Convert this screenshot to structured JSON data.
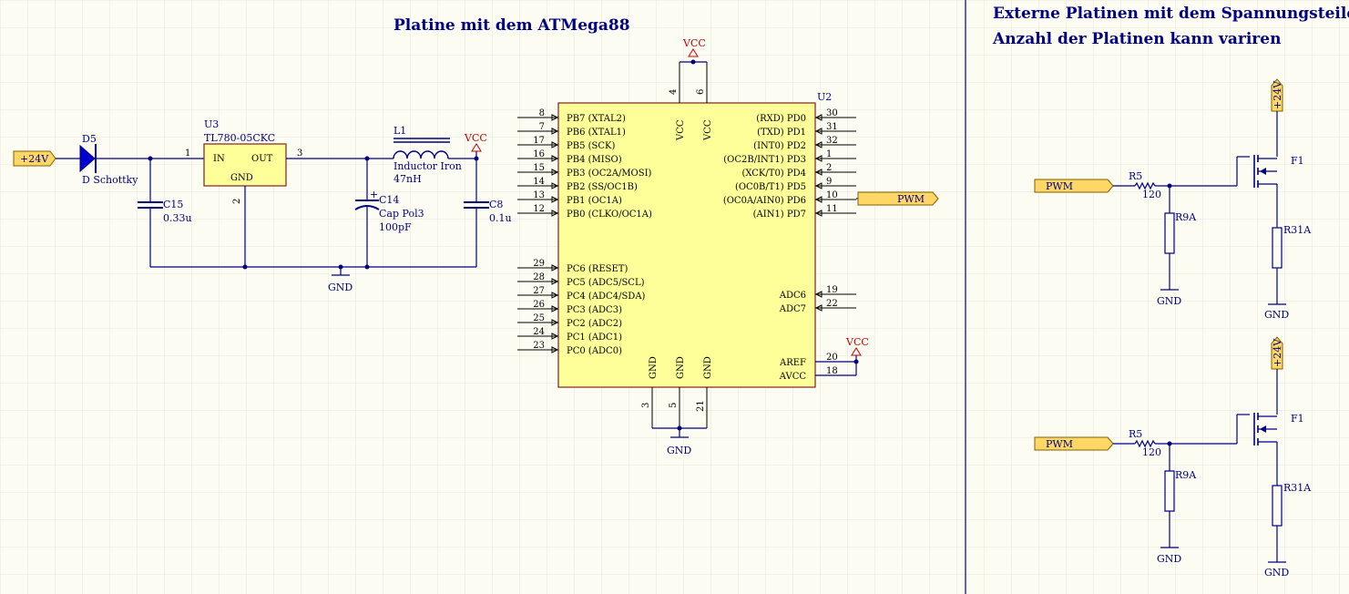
{
  "titles": {
    "left": "Platine mit dem ATMega88",
    "right_line1": "Externe Platinen mit dem Spannungsteiler,",
    "right_line2": "Anzahl der Platinen kann variren"
  },
  "ports": {
    "p24v": "+24V",
    "pwm": "PWM",
    "v24_vertical": "+24V"
  },
  "nets": {
    "vcc": "VCC",
    "gnd": "GND"
  },
  "power": {
    "d5": {
      "ref": "D5",
      "name": "D Schottky"
    },
    "u3": {
      "ref": "U3",
      "name": "TL780-05CKC",
      "in": "IN",
      "out": "OUT",
      "gnd": "GND",
      "pin1": "1",
      "pin2": "2",
      "pin3": "3"
    },
    "c15": {
      "ref": "C15",
      "value": "0.33u"
    },
    "l1": {
      "ref": "L1",
      "name": "Inductor Iron",
      "value": "47nH"
    },
    "c14": {
      "ref": "C14",
      "name": "Cap Pol3",
      "value": "100pF",
      "plus": "+"
    },
    "c8": {
      "ref": "C8",
      "value": "0.1u"
    }
  },
  "mcu": {
    "ref": "U2",
    "left_pins": [
      {
        "num": "8",
        "label": "PB7 (XTAL2)"
      },
      {
        "num": "7",
        "label": "PB6 (XTAL1)"
      },
      {
        "num": "17",
        "label": "PB5 (SCK)"
      },
      {
        "num": "16",
        "label": "PB4 (MISO)"
      },
      {
        "num": "15",
        "label": "PB3 (OC2A/MOSI)"
      },
      {
        "num": "14",
        "label": "PB2 (SS/OC1B)"
      },
      {
        "num": "13",
        "label": "PB1 (OC1A)"
      },
      {
        "num": "12",
        "label": "PB0 (CLKO/OC1A)"
      },
      {
        "num": "29",
        "label": "PC6 (RESET)"
      },
      {
        "num": "28",
        "label": "PC5 (ADC5/SCL)"
      },
      {
        "num": "27",
        "label": "PC4 (ADC4/SDA)"
      },
      {
        "num": "26",
        "label": "PC3 (ADC3)"
      },
      {
        "num": "25",
        "label": "PC2 (ADC2)"
      },
      {
        "num": "24",
        "label": "PC1 (ADC1)"
      },
      {
        "num": "23",
        "label": "PC0 (ADC0)"
      }
    ],
    "right_pins": [
      {
        "num": "30",
        "label": "(RXD) PD0"
      },
      {
        "num": "31",
        "label": "(TXD) PD1"
      },
      {
        "num": "32",
        "label": "(INT0) PD2"
      },
      {
        "num": "1",
        "label": "(OC2B/INT1) PD3"
      },
      {
        "num": "2",
        "label": "(XCK/T0) PD4"
      },
      {
        "num": "9",
        "label": "(OC0B/T1) PD5"
      },
      {
        "num": "10",
        "label": "(OC0A/AIN0) PD6"
      },
      {
        "num": "11",
        "label": "(AIN1) PD7"
      },
      {
        "num": "19",
        "label": "ADC6"
      },
      {
        "num": "22",
        "label": "ADC7"
      },
      {
        "num": "20",
        "label": "AREF"
      },
      {
        "num": "18",
        "label": "AVCC"
      }
    ],
    "top_pins": [
      {
        "num": "4",
        "label": "VCC"
      },
      {
        "num": "6",
        "label": "VCC"
      }
    ],
    "bottom_pins": [
      {
        "num": "3",
        "label": "GND"
      },
      {
        "num": "5",
        "label": "GND"
      },
      {
        "num": "21",
        "label": "GND"
      }
    ]
  },
  "driver": {
    "r5": "R5",
    "r5_value": "120",
    "r9": "R9A",
    "r31": "R31A",
    "fet": "F1"
  }
}
